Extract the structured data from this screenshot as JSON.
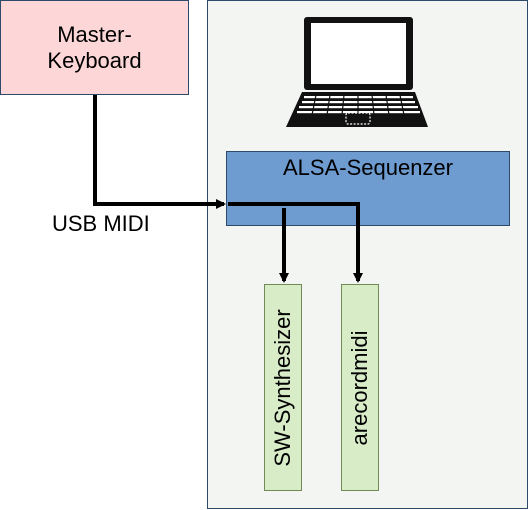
{
  "nodes": {
    "master_keyboard": {
      "label_line1": "Master-",
      "label_line2": "Keyboard"
    },
    "alsa": {
      "label": "ALSA-Sequenzer"
    },
    "synth": {
      "label": "SW-Synthesizer"
    },
    "arecord": {
      "label": "arecordmidi"
    }
  },
  "edges": {
    "usb": {
      "label": "USB MIDI"
    }
  },
  "icons": {
    "computer": "laptop-icon"
  },
  "colors": {
    "master_keyboard_fill": "#fdd7d7",
    "computer_fill": "#f2f5f2",
    "alsa_fill": "#6e9bd0",
    "app_box_fill": "#d8ecc8",
    "line": "#000000",
    "border": "#2e4a6b"
  }
}
